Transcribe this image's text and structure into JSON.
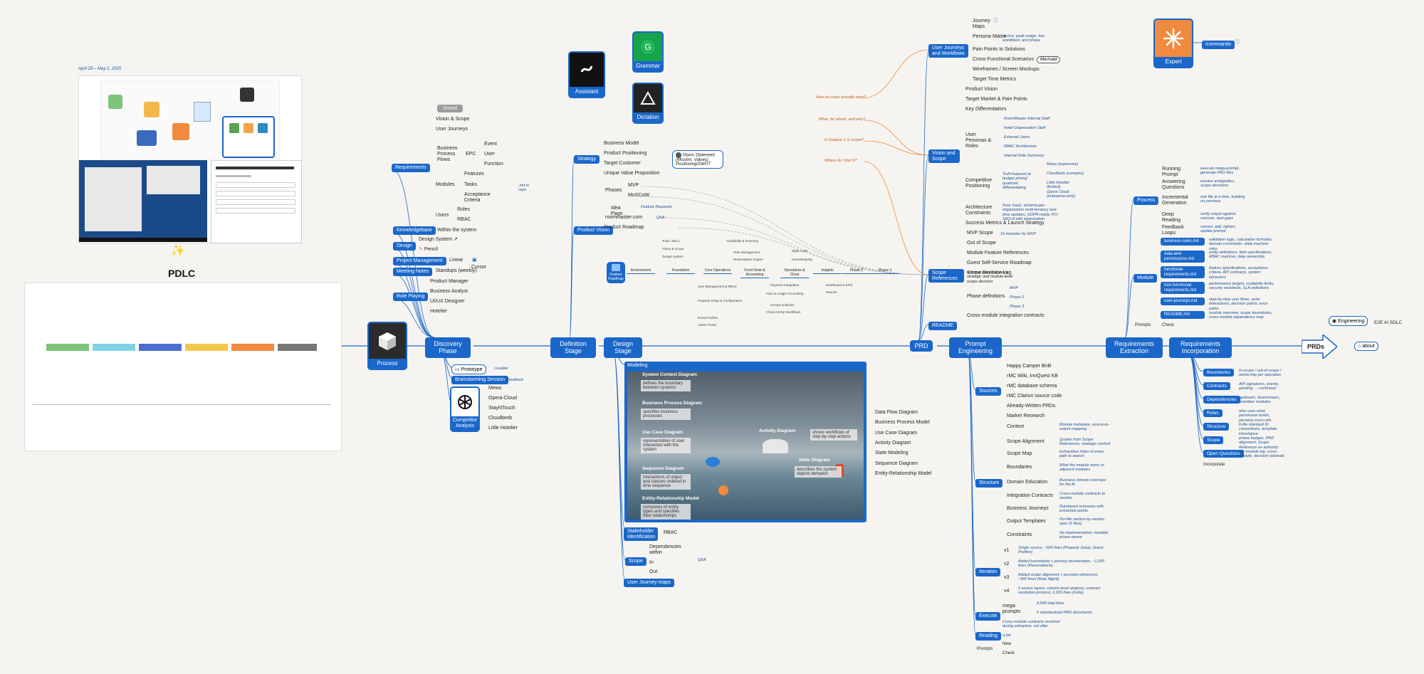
{
  "header": {
    "date_range": "April 29 – May 2, 2025",
    "pdlc_title": "PDLC",
    "sparkle": "✨"
  },
  "colors": {
    "accent": "#1a67c9",
    "background": "#f5f4f0",
    "orange": "#f08a3e",
    "gray": "#9b9b9b"
  },
  "center": {
    "process": "Process",
    "prds": "PRDs",
    "about": "about",
    "engineering": "Engineering",
    "e2e": "E2E AI SDLC"
  },
  "spine": {
    "discovery": "Discovery Phase",
    "definition": "Definition Stage",
    "design": "Design Stage",
    "prd": "PRD",
    "prompt_eng": "Prompt Engineering",
    "req_extract": "Requirements Extraction",
    "req_incorp": "Requirements Incorporation"
  },
  "tiles": {
    "assistant": "Assistant",
    "grammar": "Grammar",
    "dictation": "Dictation",
    "expert": "Expert",
    "commands": "/commands",
    "competitor": "Competitor Analysis"
  },
  "discovery": {
    "requirements": "Requirements",
    "xmind": "Xmind",
    "vision_scope": "Vision & Scope",
    "user_journeys": "User Journeys",
    "bpf": "Business Process Flows",
    "epc": "EPC",
    "epc_items": [
      "Event",
      "User",
      "Function"
    ],
    "modules": "Modules",
    "module_items": [
      "Features",
      "Tasks",
      "Acceptance Criteria"
    ],
    "users": "Users",
    "user_items": [
      "Roles",
      "RBAC"
    ],
    "md_in_repo": ".md in repo",
    "knowledgebase": "Knowledgebase",
    "within_system": "Within the system",
    "design": "Design",
    "design_system": "Design System",
    "pencil": "Pencil",
    "pm": "Project Management",
    "linear": "Linear",
    "cursor": "Cursor",
    "meeting_notes": "Meeting Notes",
    "standups": "Standups (weekly)",
    "role_playing": "Role Playing",
    "roles": [
      "Product Manager",
      "Business Analyst",
      "UI/UX Designer",
      "Hotelier"
    ],
    "prototype": "Prototype",
    "lovable": "Lovable",
    "brainstorm": "Brainstorming Session",
    "feedback": "Feedback",
    "competitors": [
      "Mews",
      "Opera-Cloud",
      "StayNTouch",
      "Cloudbeds",
      "Little Hotelier"
    ]
  },
  "definition": {
    "strategy": "Strategy",
    "strategy_items": [
      "Business Model",
      "Product Positioning",
      "Target Customer",
      "Unique Value Proposition"
    ],
    "vision_statement": "Vision Statement (Mission, Values) Positioning/SWOT",
    "product_vision": "Product Vision",
    "phases": "Phases",
    "phase_items": [
      "MVP",
      "MoSCoW"
    ],
    "idea_page": "Idea Page",
    "feature_requests": "Feature Requests",
    "roommaster": "roommaster.com",
    "qa": "Q&A",
    "roadmap": "Product Roadmap",
    "feature_roadmap": "Feature Roadmap",
    "roadmap_nodes": [
      "Environment",
      "Foundation",
      "Core Operations",
      "Front Desk & Accounting",
      "Operations & Close",
      "Insights",
      "Phase 2",
      "Phase 3"
    ],
    "roadmap_items": [
      "Tools, SDLC",
      "Vision & Scope",
      "Design system",
      "User Management & RBAC",
      "Property Setup & Configuration",
      "Guest Profiles",
      "Admin Portal",
      "Availability & Inventory",
      "Rate Management",
      "Reservations Engine",
      "Folio & Ledger Accounting",
      "Check-In/Out Workflows",
      "Night Audit",
      "Housekeeping",
      "Dashboard & KPIs",
      "Reports",
      "Payment Integration",
      "Groups & Blocks"
    ]
  },
  "design": {
    "modeling": "Modeling",
    "models": [
      {
        "title": "System Context Diagram",
        "desc": "defines the boundary between systems"
      },
      {
        "title": "Business Process Diagram",
        "desc": "specifies business processes"
      },
      {
        "title": "Use Case Diagram",
        "desc": "representation of user interaction with the system"
      },
      {
        "title": "Sequence Diagram",
        "desc": "interactions of object and classes ordered in time sequence"
      },
      {
        "title": "Entity-Relationship Model",
        "desc": "composes of entity types and specifies their relationships"
      }
    ],
    "activity": {
      "title": "Activity Diagram",
      "desc": "shows workflows of step-by-step actions"
    },
    "state": {
      "title": "State Diagram",
      "desc": "describes the system objects behavior"
    },
    "model_list": [
      "Data Flow Diagram",
      "Business Process Model",
      "Use Case Diagram",
      "Activity Diagram",
      "State Modeling",
      "Sequence Diagram",
      "Entity-Relationship Model"
    ],
    "stakeholder": "Stakeholder Identification",
    "rbac": "RBAC",
    "scope": "Scope",
    "scope_items": [
      "Dependencies within",
      "In",
      "Out"
    ],
    "scope_qa": "Q&A",
    "ujm": "User Journey maps"
  },
  "prd": {
    "questions": [
      "How do users actually work?",
      "What, for whom, and why?",
      "Is Feature X in scope?",
      "Where do I find X?"
    ],
    "uj_workflows": "User Journeys and Workflows",
    "uj_items": [
      "Journey Maps",
      "Persona Matrix",
      "Pain Points to Solutions",
      "Cross-Functional Scenarios",
      "Wireframes / Screen Mockups",
      "Target Time Metrics"
    ],
    "persona_note": "device, peak usage, key workflows, and phase",
    "mermaid": "Mermaid",
    "vision_scope": "Vision and Scope",
    "vs_items": [
      "Product Vision",
      "Target Market & Pain Points",
      "Key Differentiators",
      "User Personas & Roles",
      "Competitive Positioning",
      "Architecture Constraints",
      "Success Metrics & Launch Strategy"
    ],
    "persona_list": [
      "RoomMaster Internal Staff",
      "Hotel Organization Staff",
      "External Users",
      "RBAC Architecture",
      "Internal Role Summary"
    ],
    "competitive_note": "'Full-Featured at budget pricing' quadrant, differentiating",
    "competitors": [
      "Mews (expensive)",
      "Cloudbeds (complex)",
      "Little Hotelier (limited)",
      "Opera Cloud (enterprise-only)"
    ],
    "arch_note": "Pure SaaS, schema-per-organization multi-tenancy real-time updates, GDPR-ready, PCI SAQ-A with tokenization",
    "scope_refs": "Scope References",
    "sr_items": [
      "MVP Scope",
      "Out of Scope",
      "Module Feature References",
      "Guest Self-Service Roadmap",
      "Scope Decision Log",
      "Phase definitions",
      "Cross-module integration contracts"
    ],
    "mvp_note": "16 modules for MVP",
    "decision_note": "a formal record of every strategic and module-level scope decision",
    "phase_items": [
      "MVP",
      "Phase 2",
      "Phase 3"
    ],
    "readme": "README"
  },
  "prompt": {
    "sources": "Sources",
    "source_items": [
      "Happy Camper BnB",
      "rMC Wiki, InnQuest KB",
      "rMC database schema",
      "rMC Clarion source code",
      "Already-Written PRDs",
      "Market Research"
    ],
    "structure": "Structure",
    "structure_items": [
      {
        "k": "Context",
        "v": "Module metadata, source-to-output mapping"
      },
      {
        "k": "Scope Alignment",
        "v": "Quotes from Scope References, strategic context"
      },
      {
        "k": "Scope Map",
        "v": "Exhaustive index of every path to search"
      },
      {
        "k": "Boundaries",
        "v": "What the module owns vs adjacent modules"
      },
      {
        "k": "Domain Education",
        "v": "Business domain overview for the AI"
      },
      {
        "k": "Integration Contracts",
        "v": "Cross-module contracts to resolve"
      },
      {
        "k": "Business Journeys",
        "v": "Numbered scenarios with extraction points"
      },
      {
        "k": "Output Templates",
        "v": "Per-file section-by-section spec (6 files)"
      },
      {
        "k": "Constraints",
        "v": "No implementation, testable, phase-aware"
      }
    ],
    "iteration": "Iteration",
    "iter_items": [
      {
        "k": "v1",
        "v": "Single source, ~500 lines (Property Setup, Guest Profiles)"
      },
      {
        "k": "v2",
        "v": "Added boundaries + journey enumeration, ~1,200 lines (Reservations)"
      },
      {
        "k": "v3",
        "v": "Added scope alignment + persona references, ~900 lines (Rate Mgmt)"
      },
      {
        "k": "v4",
        "v": "5 source layers, column-level analysis, contract resolution protocol, 2,326 lines (Folio)"
      }
    ],
    "execute": "Execute",
    "mega": "mega-prompts",
    "mega_items": [
      "8,908 total lines",
      "6 standardized PRD documents"
    ],
    "cross_note": "Cross-module contracts resolved during extraction, not after",
    "reading": "Reading",
    "reading_note": "a lot!",
    "prompts": "Prompts",
    "prompt_items": [
      "New",
      "Check"
    ]
  },
  "extract": {
    "process": "Process",
    "process_items": [
      {
        "k": "Running Prompt",
        "v": "execute mega-prompt, generate PRD files"
      },
      {
        "k": "Answering Questions",
        "v": "resolve ambiguities, scope decisions"
      },
      {
        "k": "Incremental Generation",
        "v": "one file at a time, building on previous"
      },
      {
        "k": "Deep Reading",
        "v": "verify output against sources, spot gaps"
      },
      {
        "k": "Feedback Loops",
        "v": "correct, add, tighten, update prompt"
      }
    ],
    "module": "Module",
    "module_items": [
      {
        "k": "business-rules.md",
        "v": "validation logic, calculation formulas, domain constraints, state machine rules"
      },
      {
        "k": "data-and-permissions.md",
        "v": "entity definitions, field specifications, RBAC matrices, data ownership"
      },
      {
        "k": "functional-requirements.md",
        "v": "feature specifications, acceptance criteria, API contracts, system behaviors"
      },
      {
        "k": "non-functional-requirements.md",
        "v": "performance targets, scalability limits, security standards, SLA definitions"
      },
      {
        "k": "user-journeys.md",
        "v": "step-by-step user flows, actor interactions, decision points, error paths"
      },
      {
        "k": "README.md",
        "v": "module overview, scope boundaries, cross-module dependency map"
      }
    ],
    "prompts": "Prompts",
    "check": "Check"
  },
  "incorp": {
    "items": [
      {
        "k": "Boundaries",
        "v": "In-scope / out-of-scope / ownership per operation"
      },
      {
        "k": "Contracts",
        "v": "API signatures, events, pending → confirmed"
      },
      {
        "k": "Dependencies",
        "v": "upstream, downstream, unwritten modules"
      },
      {
        "k": "Roles",
        "v": "who uses what, permission levels, persona cross-refs"
      },
      {
        "k": "Structure",
        "v": "6-file standard ID conventions, template inheritance"
      },
      {
        "k": "Scope",
        "v": "phase badges, PRD alignment, Scope Reference as authority"
      },
      {
        "k": "Open Questions",
        "v": "per-module log, cross-module, decision rationale"
      }
    ],
    "incorporate": "Incorporate"
  }
}
